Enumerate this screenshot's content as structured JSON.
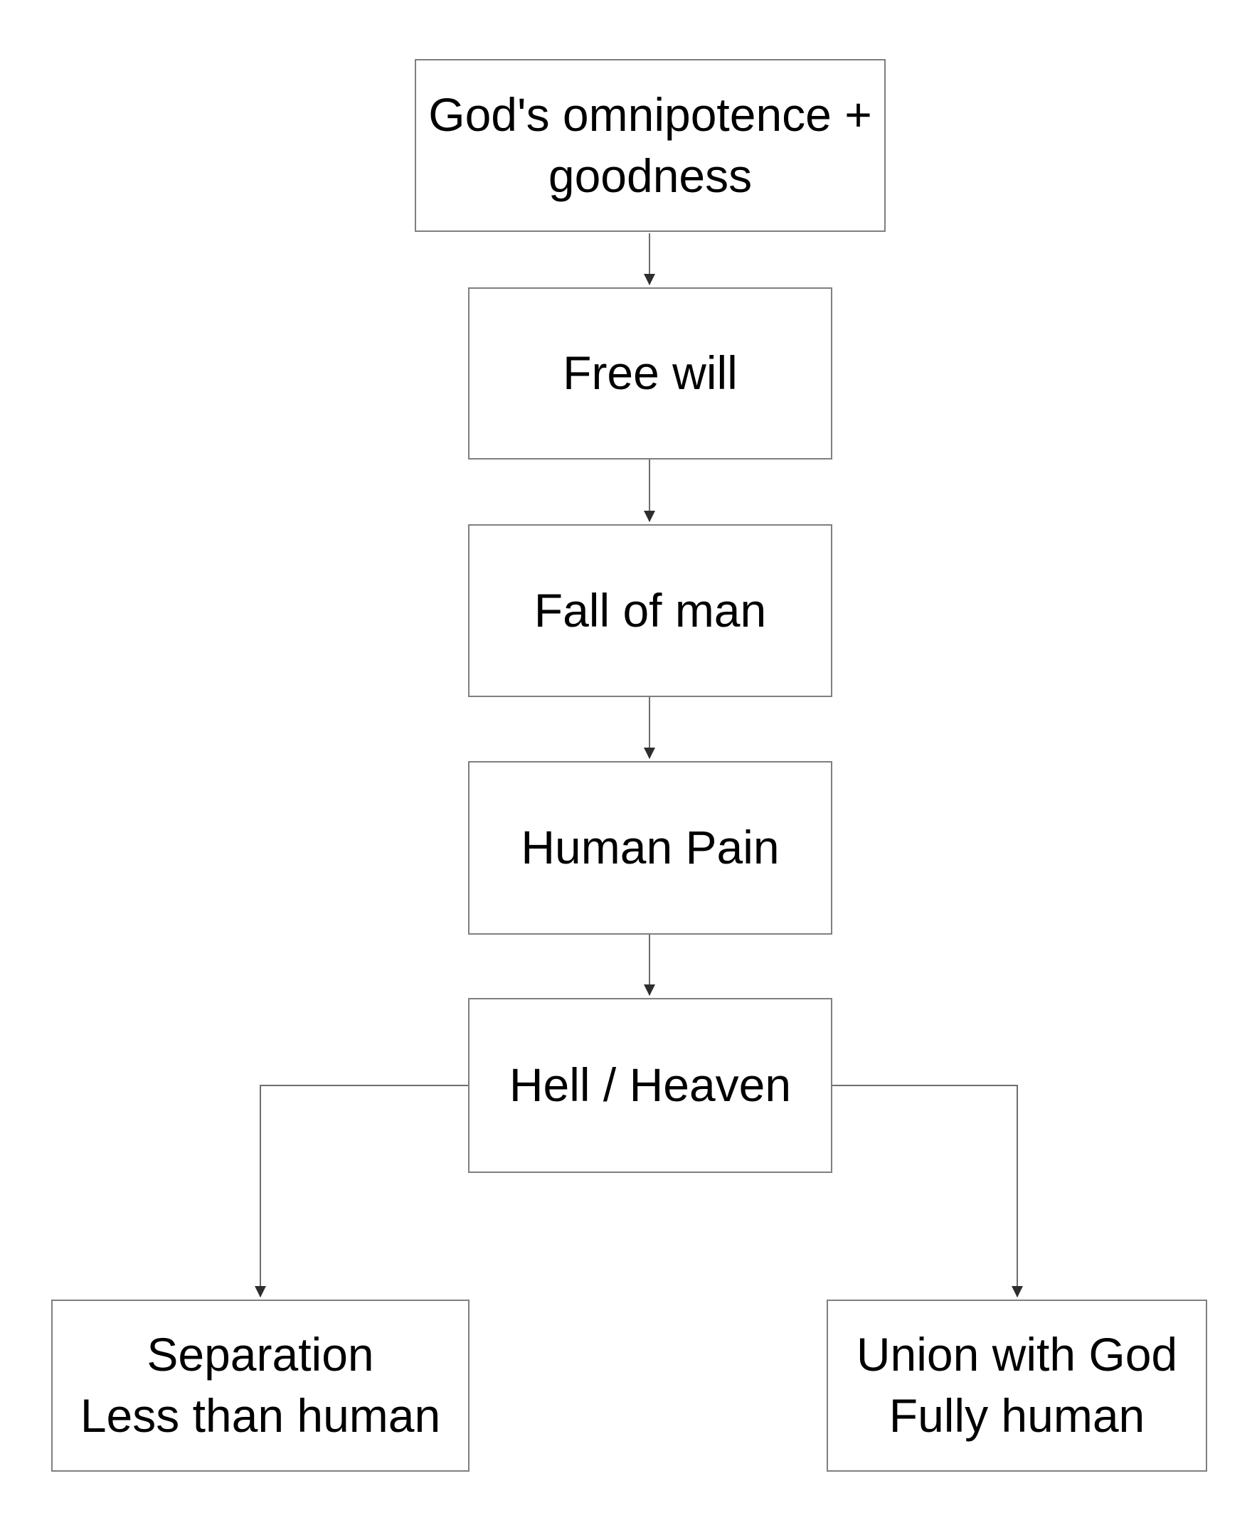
{
  "diagram": {
    "type": "flowchart",
    "nodes": [
      {
        "id": "god",
        "label": "God's omnipotence +\ngoodness"
      },
      {
        "id": "free-will",
        "label": "Free will"
      },
      {
        "id": "fall-of-man",
        "label": "Fall of man"
      },
      {
        "id": "human-pain",
        "label": "Human Pain"
      },
      {
        "id": "hell-heaven",
        "label": "Hell / Heaven"
      },
      {
        "id": "separation",
        "label": "Separation\nLess than human"
      },
      {
        "id": "union",
        "label": "Union with God\nFully human"
      }
    ],
    "edges": [
      {
        "from": "god",
        "to": "free-will"
      },
      {
        "from": "free-will",
        "to": "fall-of-man"
      },
      {
        "from": "fall-of-man",
        "to": "human-pain"
      },
      {
        "from": "human-pain",
        "to": "hell-heaven"
      },
      {
        "from": "hell-heaven",
        "to": "separation"
      },
      {
        "from": "hell-heaven",
        "to": "union"
      }
    ],
    "colors": {
      "border": "#7f7f7f",
      "connector": "#6e6e6e",
      "arrowhead": "#2e2e2e",
      "text": "#000000",
      "background": "#ffffff"
    }
  }
}
